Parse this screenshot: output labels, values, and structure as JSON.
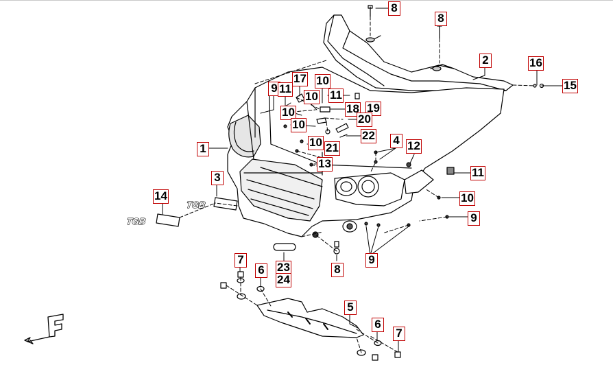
{
  "diagram": {
    "emblem_text": "TGB",
    "callouts": [
      {
        "id": "c8-top",
        "label": "8"
      },
      {
        "id": "c8-mid",
        "label": "8"
      },
      {
        "id": "c2",
        "label": "2"
      },
      {
        "id": "c16",
        "label": "16"
      },
      {
        "id": "c15",
        "label": "15"
      },
      {
        "id": "c9-a",
        "label": "9"
      },
      {
        "id": "c11-a",
        "label": "11"
      },
      {
        "id": "c17",
        "label": "17"
      },
      {
        "id": "c10-a",
        "label": "10"
      },
      {
        "id": "c10-b",
        "label": "10"
      },
      {
        "id": "c11-b",
        "label": "11"
      },
      {
        "id": "c18",
        "label": "18"
      },
      {
        "id": "c19",
        "label": "19"
      },
      {
        "id": "c10-c",
        "label": "10"
      },
      {
        "id": "c20",
        "label": "20"
      },
      {
        "id": "c10-d",
        "label": "10"
      },
      {
        "id": "c22",
        "label": "22"
      },
      {
        "id": "c1",
        "label": "1"
      },
      {
        "id": "c10-e",
        "label": "10"
      },
      {
        "id": "c21",
        "label": "21"
      },
      {
        "id": "c4",
        "label": "4"
      },
      {
        "id": "c12",
        "label": "12"
      },
      {
        "id": "c13",
        "label": "13"
      },
      {
        "id": "c11-c",
        "label": "11"
      },
      {
        "id": "c3",
        "label": "3"
      },
      {
        "id": "c14",
        "label": "14"
      },
      {
        "id": "c10-f",
        "label": "10"
      },
      {
        "id": "c9-b",
        "label": "9"
      },
      {
        "id": "c9-c",
        "label": "9"
      },
      {
        "id": "c7-a",
        "label": "7"
      },
      {
        "id": "c6-a",
        "label": "6"
      },
      {
        "id": "c23",
        "label": "23"
      },
      {
        "id": "c24",
        "label": "24"
      },
      {
        "id": "c8-low",
        "label": "8"
      },
      {
        "id": "c5",
        "label": "5"
      },
      {
        "id": "c6-b",
        "label": "6"
      },
      {
        "id": "c7-b",
        "label": "7"
      }
    ]
  }
}
